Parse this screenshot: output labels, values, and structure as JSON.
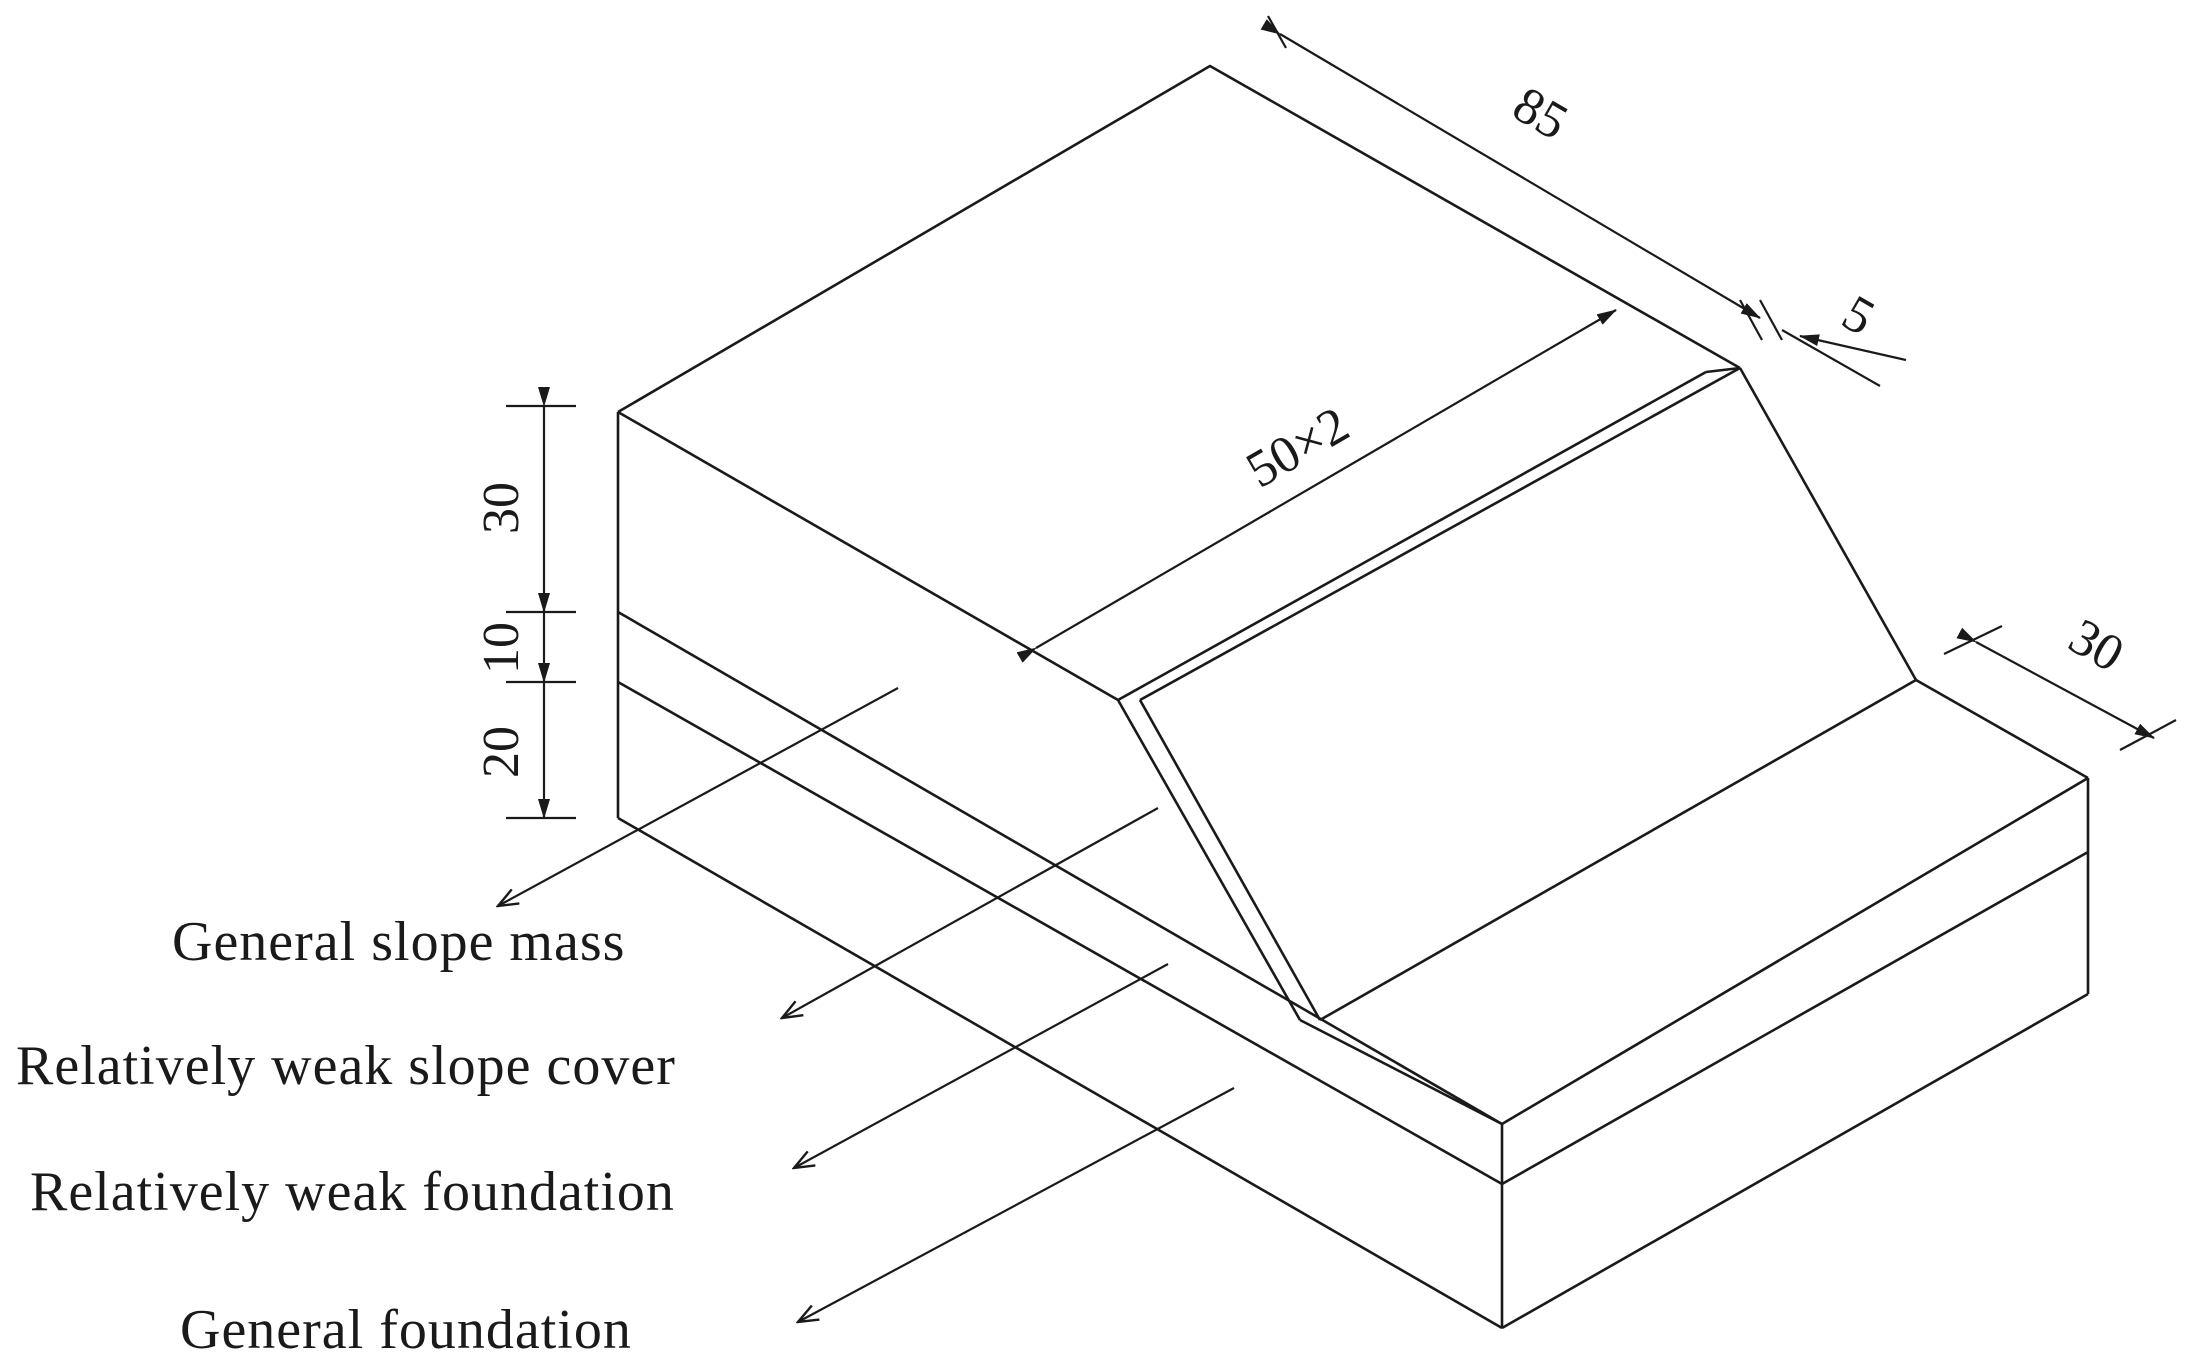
{
  "dimensions": {
    "length_total": "85",
    "step_width": "5",
    "slope_length": "50×2",
    "toe_width": "30",
    "height_slope_mass": "30",
    "height_weak_foundation": "10",
    "height_general_foundation": "20"
  },
  "labels": {
    "general_slope_mass": "General slope mass",
    "weak_slope_cover": "Relatively weak slope cover",
    "weak_foundation": "Relatively weak foundation",
    "general_foundation": "General foundation"
  },
  "colors": {
    "line": "#1a1a1a",
    "background": "#ffffff"
  }
}
